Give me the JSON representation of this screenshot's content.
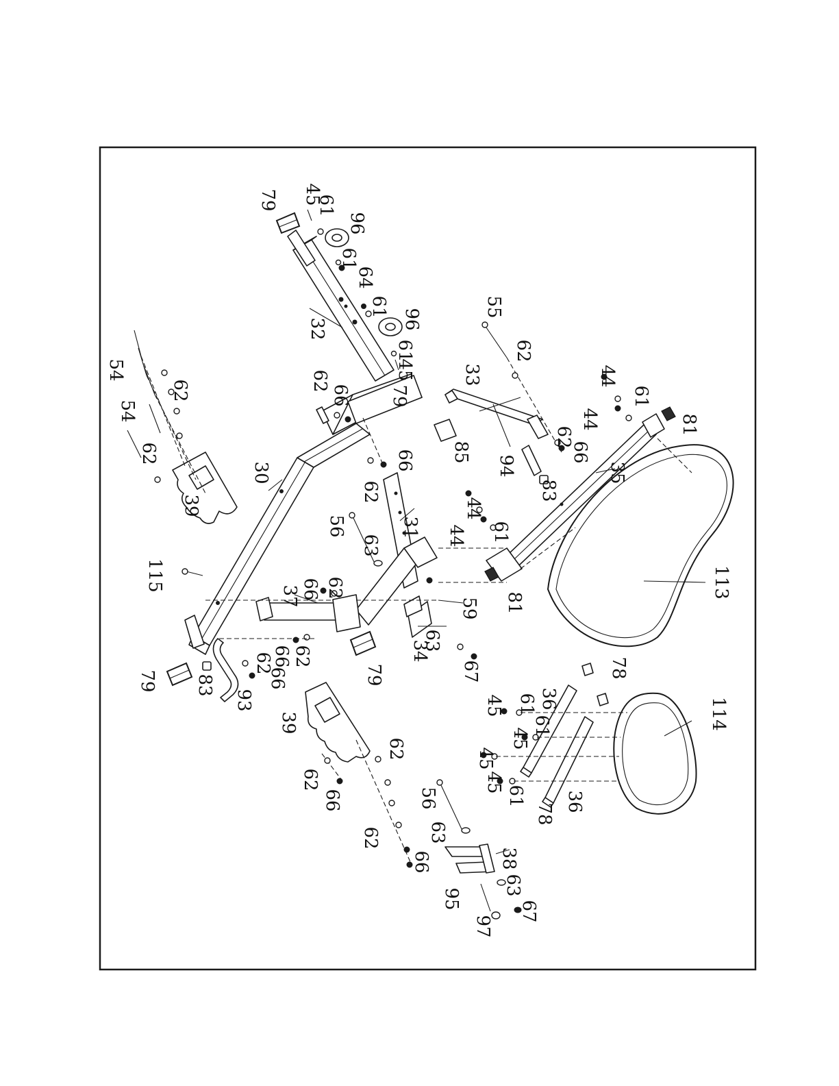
{
  "diagram": {
    "part_numbers": [
      "79",
      "45",
      "61",
      "96",
      "61",
      "64",
      "61",
      "96",
      "61",
      "45",
      "32",
      "79",
      "55",
      "62",
      "33",
      "44",
      "61",
      "44",
      "81",
      "62",
      "66",
      "94",
      "83",
      "35",
      "54",
      "54",
      "62",
      "62",
      "39",
      "62",
      "66",
      "85",
      "66",
      "62",
      "30",
      "56",
      "63",
      "31",
      "44",
      "61",
      "44",
      "81",
      "113",
      "115",
      "66",
      "62",
      "37",
      "59",
      "63",
      "67",
      "34",
      "79",
      "79",
      "83",
      "93",
      "62",
      "66",
      "66",
      "62",
      "39",
      "62",
      "66",
      "62",
      "62",
      "66",
      "56",
      "63",
      "38",
      "63",
      "67",
      "95",
      "97",
      "78",
      "45",
      "61",
      "36",
      "45",
      "61",
      "45",
      "45",
      "61",
      "78",
      "36",
      "114"
    ]
  }
}
